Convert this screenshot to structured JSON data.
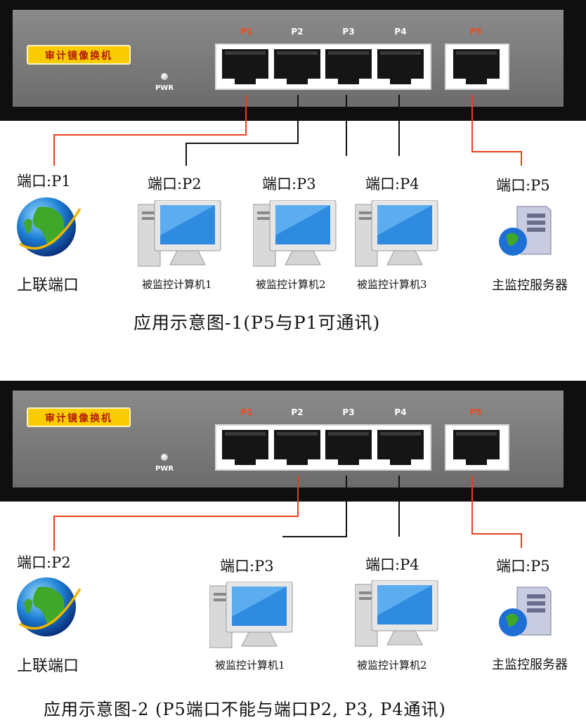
{
  "colors": {
    "red_line": "#e8401c",
    "black_line": "#111111",
    "port_red": "#f04a20",
    "port_white": "#ffffff",
    "brand_bg": "#f8cc00",
    "brand_text": "#b31a00"
  },
  "diagram1": {
    "brand": "审计镜像换机",
    "pwr": "PWR",
    "ports": [
      "P1",
      "P2",
      "P3",
      "P4",
      "P5"
    ],
    "uplink_port_label": "端口:P1",
    "uplink_name": "上联端口",
    "pc_port_labels": [
      "端口:P2",
      "端口:P3",
      "端口:P4"
    ],
    "pc_names": [
      "被监控计算机1",
      "被监控计算机2",
      "被监控计算机3"
    ],
    "server_port_label": "端口:P5",
    "server_name": "主监控服务器",
    "title": "应用示意图-1(P5与P1可通讯)"
  },
  "diagram2": {
    "brand": "审计镜像换机",
    "pwr": "PWR",
    "ports": [
      "P1",
      "P2",
      "P3",
      "P4",
      "P5"
    ],
    "uplink_port_label": "端口:P2",
    "uplink_name": "上联端口",
    "pc_port_labels": [
      "端口:P3",
      "端口:P4"
    ],
    "pc_names": [
      "被监控计算机1",
      "被监控计算机2"
    ],
    "server_port_label": "端口:P5",
    "server_name": "主监控服务器",
    "title": "应用示意图-2 (P5端口不能与端口P2, P3, P4通讯)"
  }
}
